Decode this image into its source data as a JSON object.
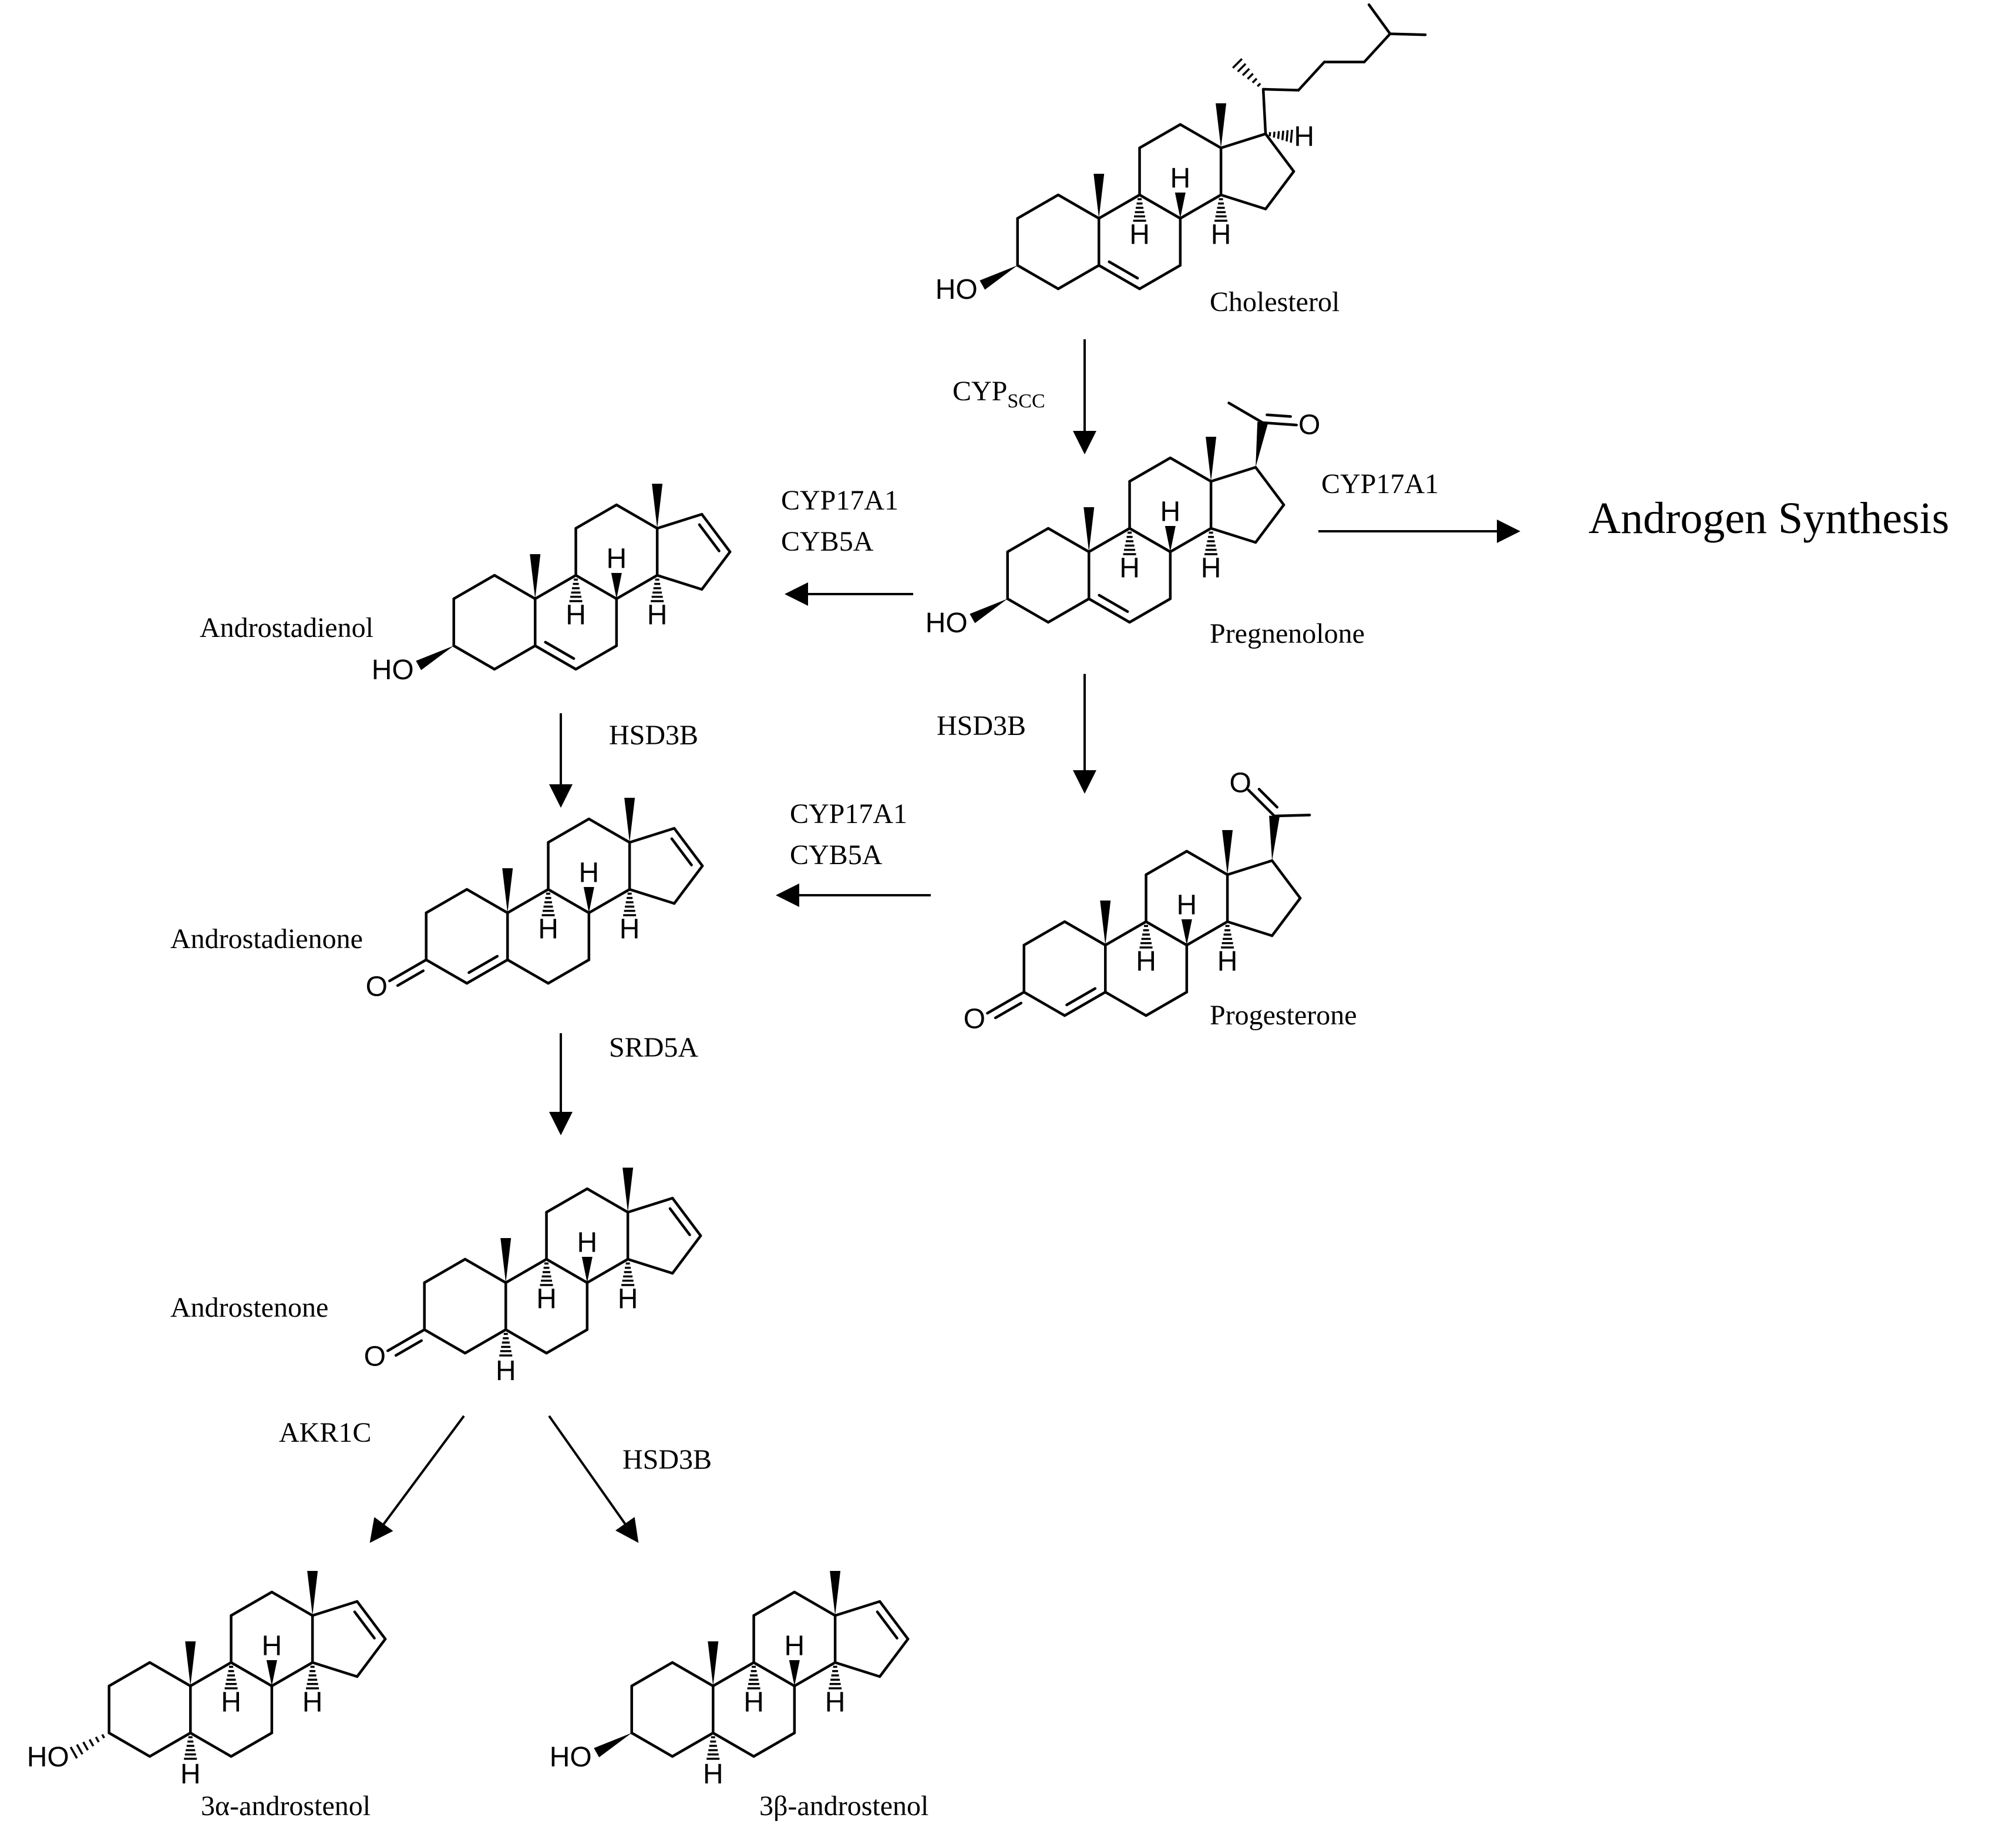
{
  "compounds": {
    "cholesterol": "Cholesterol",
    "pregnenolone": "Pregnenolone",
    "progesterone": "Progesterone",
    "androstadienol": "Androstadienol",
    "androstadienone": "Androstadienone",
    "androstenone": "Androstenone",
    "alpha_androstenol": "3α-androstenol",
    "beta_androstenol": "3β-androstenol"
  },
  "enzymes": {
    "cyp_scc_main": "CYP",
    "cyp_scc_sub": "SCC",
    "cyp17a1_androgen": "CYP17A1",
    "cyp17a1_dienol": "CYP17A1",
    "cyb5a_dienol": "CYB5A",
    "cyp17a1_dienone": "CYP17A1",
    "cyb5a_dienone": "CYB5A",
    "hsd3b_preg": "HSD3B",
    "hsd3b_dienol": "HSD3B",
    "srd5a": "SRD5A",
    "akr1c": "AKR1C",
    "hsd3b_beta": "HSD3B"
  },
  "outputs": {
    "androgen_synthesis": "Androgen Synthesis"
  },
  "atoms": {
    "H": "H",
    "HO": "HO",
    "O": "O"
  }
}
